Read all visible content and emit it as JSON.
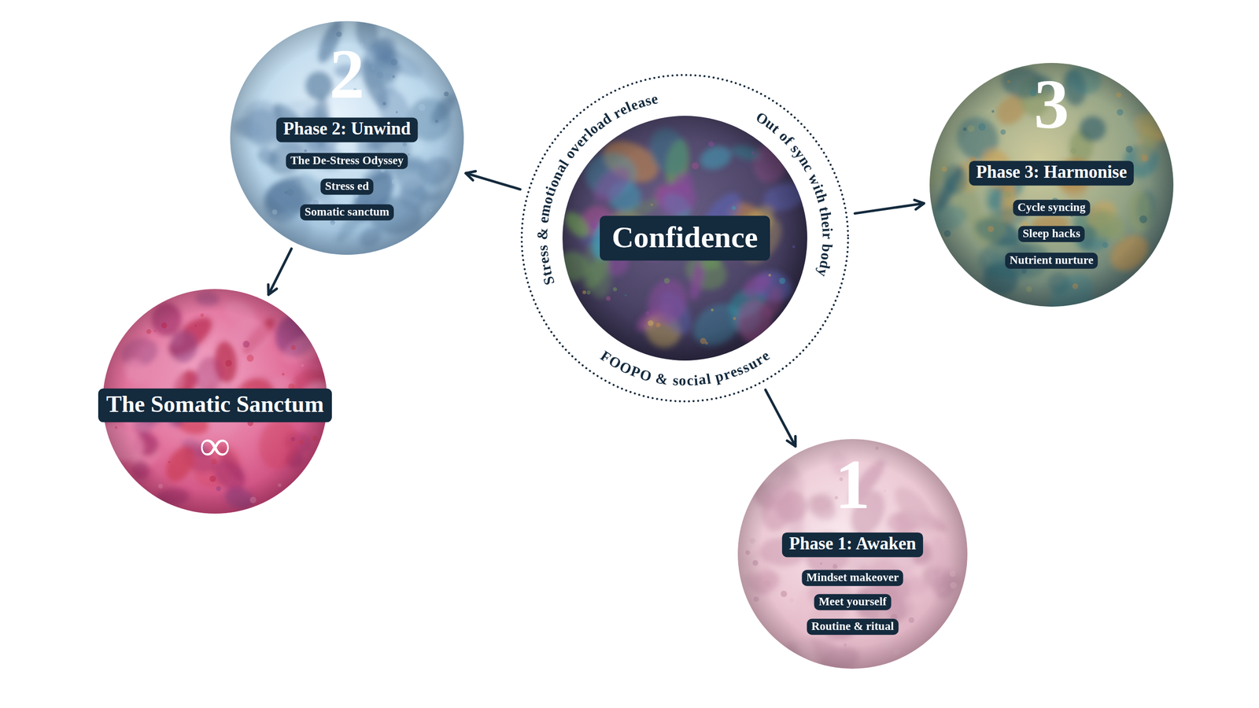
{
  "diagram": {
    "nodes": [
      {
        "text": [
          "Stress & emotional overload release",
          "Out of sync with their body",
          "FOOPO & social pressure"
        ]
      },
      {
        "in": 0
      },
      {
        "text": [
          "Confidence"
        ],
        "in": 1
      },
      {
        "text": [
          "2"
        ]
      },
      {
        "text": [
          "Phase 2: Unwind"
        ],
        "in": 3
      },
      {
        "text": [
          "The De-Stress Odyssey"
        ],
        "in": 3
      },
      {
        "text": [
          "Stress ed"
        ],
        "in": 3
      },
      {
        "text": [
          "Somatic sanctum"
        ],
        "in": 3
      },
      {
        "text": [
          "3"
        ]
      },
      {
        "text": [
          "Phase 3: Harmonise"
        ],
        "in": 8
      },
      {
        "text": [
          "Cycle syncing"
        ],
        "in": 8
      },
      {
        "text": [
          "Sleep hacks"
        ],
        "in": 8
      },
      {
        "text": [
          "Nutrient nurture"
        ],
        "in": 8
      },
      {
        "text": [
          "1"
        ]
      },
      {
        "text": [
          "Phase 1: Awaken"
        ],
        "in": 13
      },
      {
        "text": [
          "Mindset makeover"
        ],
        "in": 13
      },
      {
        "text": [
          "Meet yourself"
        ],
        "in": 13
      },
      {
        "text": [
          "Routine & ritual"
        ],
        "in": 13
      },
      {
        "text": [
          "∞"
        ]
      },
      {
        "text": [
          "The Somatic Sanctum"
        ],
        "in": 18
      }
    ],
    "edges": [
      {
        "from": 0,
        "to": 3,
        "arrow": "to"
      },
      {
        "from": 0,
        "to": 8,
        "arrow": "to"
      },
      {
        "from": 0,
        "to": 13,
        "arrow": "to"
      },
      {
        "from": 3,
        "to": 18,
        "arrow": "to"
      }
    ]
  }
}
